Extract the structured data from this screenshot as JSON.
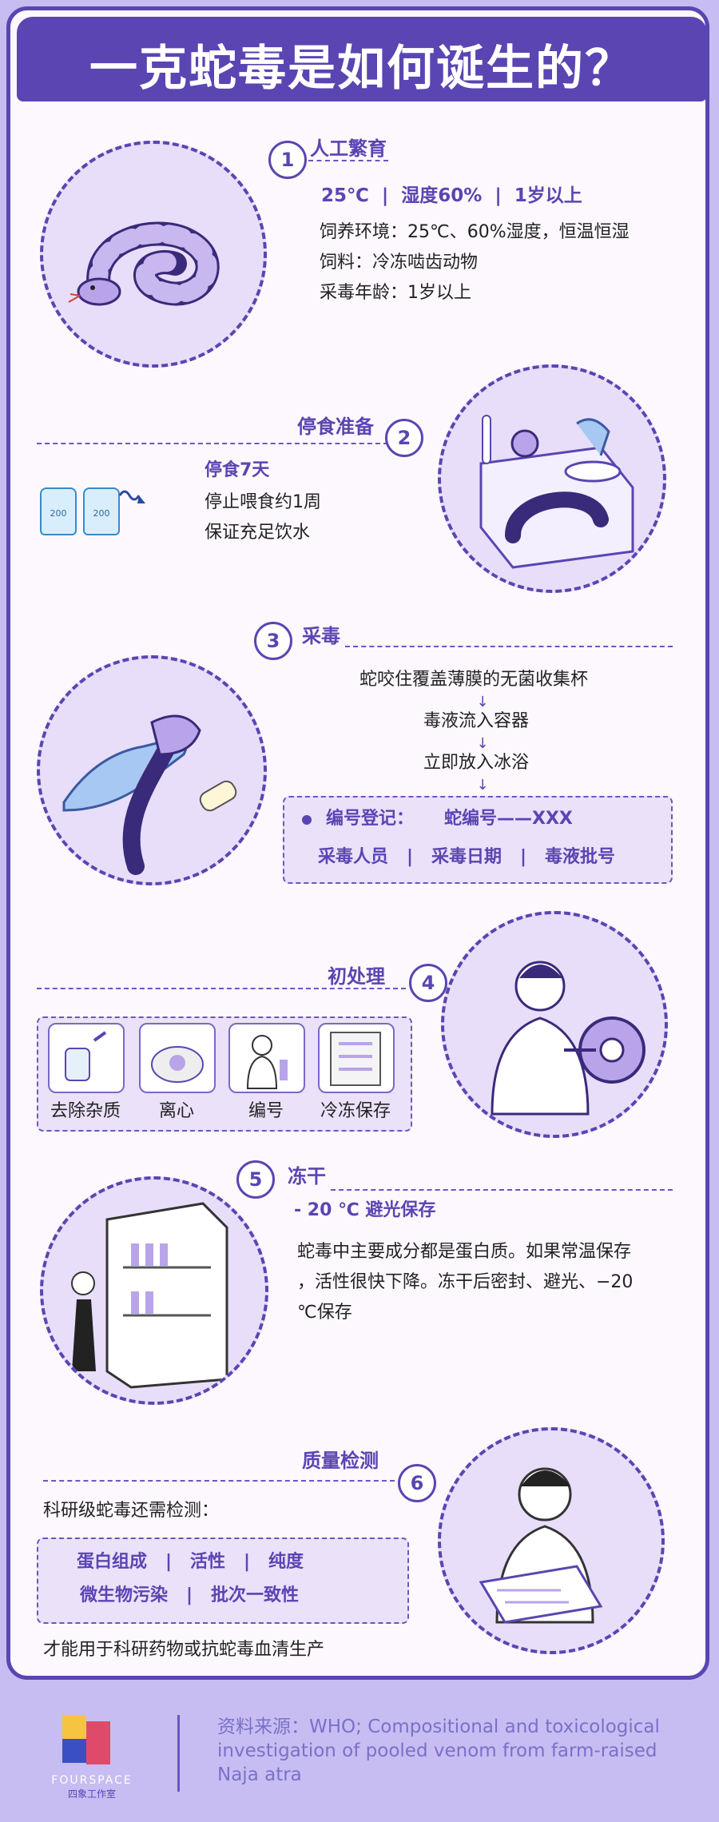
{
  "title": "一克蛇毒是如何诞生的？",
  "s1": {
    "num": "1",
    "heading": "人工繁育",
    "summary": "25℃  |  湿度60%  |  1岁以上",
    "line1": "饲养环境：25℃、60%湿度，恒温恒湿",
    "line2": "饲料：冷冻啮齿动物",
    "line3": "采毒年龄：1岁以上"
  },
  "s2": {
    "num": "2",
    "heading": "停食准备",
    "sub": "停食7天",
    "line1": "停止喂食约1周",
    "line2": "保证充足饮水",
    "bottle_label": "200"
  },
  "s3": {
    "num": "3",
    "heading": "采毒",
    "step1": "蛇咬住覆盖薄膜的无菌收集杯",
    "step2": "毒液流入容器",
    "step3": "立即放入冰浴",
    "reg_label": "编号登记：",
    "reg_value": "蛇编号——XXX",
    "fields": "采毒人员   |   采毒日期   |   毒液批号"
  },
  "s4": {
    "num": "4",
    "heading": "初处理",
    "items": [
      "去除杂质",
      "离心",
      "编号",
      "冷冻保存"
    ]
  },
  "s5": {
    "num": "5",
    "heading": "冻干",
    "sub": "- 20 ℃ 避光保存",
    "body1": "蛇毒中主要成分都是蛋白质。如果常温保存",
    "body2": "，活性很快下降。冻干后密封、避光、−20",
    "body3": "℃保存"
  },
  "s6": {
    "num": "6",
    "heading": "质量检测",
    "intro": "科研级蛇毒还需检测：",
    "row1": "蛋白组成   |   活性   |   纯度",
    "row2": "微生物污染   |   批次一致性",
    "outro": "才能用于科研药物或抗蛇毒血清生产"
  },
  "footer": {
    "brand": "FOURSPACE",
    "brand_cn": "四象工作室",
    "source": "资料来源：WHO; Compositional and toxicological investigation of pooled venom from farm-raised Naja atra"
  },
  "colors": {
    "primary": "#5a45b2",
    "light": "#e8defa",
    "bg": "#fcf8fd",
    "footer": "#c7bdf2"
  }
}
